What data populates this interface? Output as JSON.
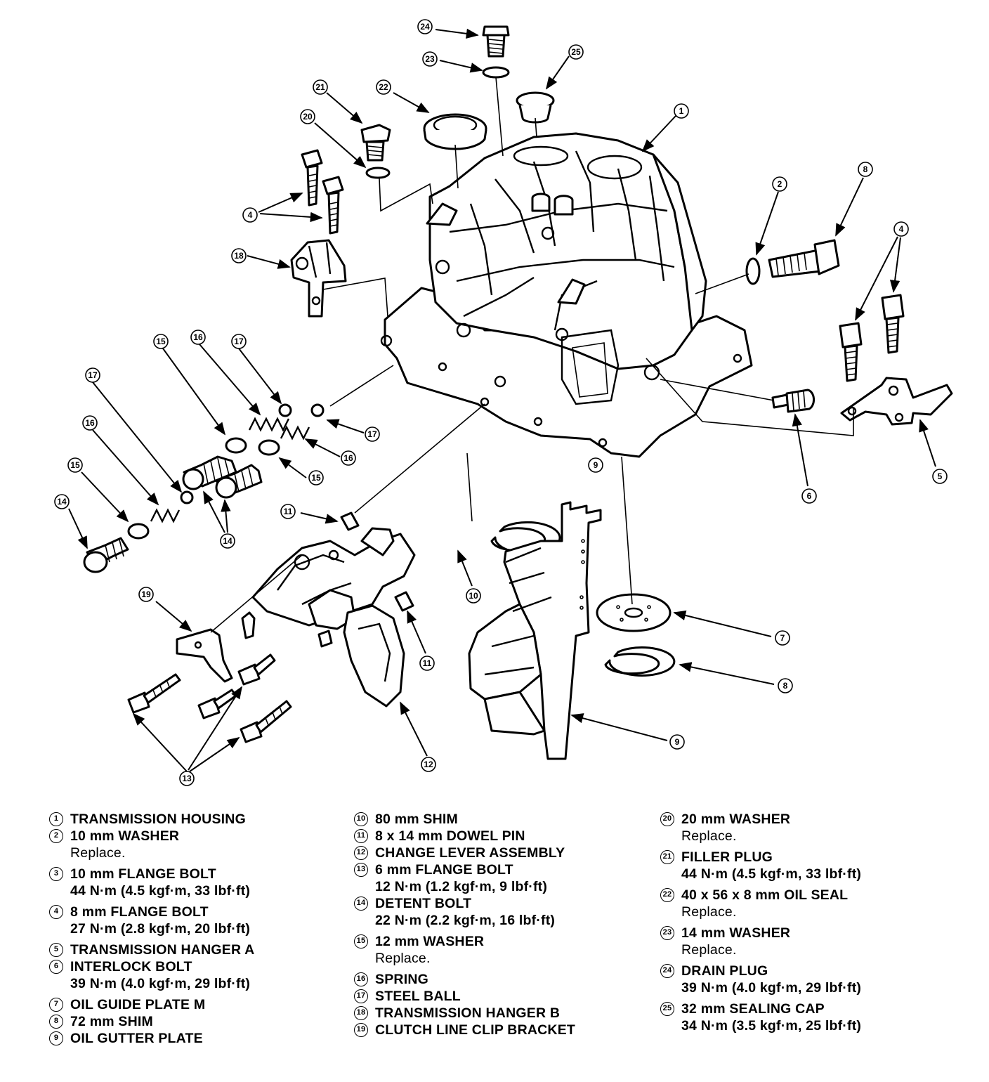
{
  "callouts": {
    "c1": "1",
    "c2": "2",
    "c4a": "4",
    "c4b": "4",
    "c5": "5",
    "c6": "6",
    "c7": "7",
    "c8": "8",
    "c8b": "8",
    "c9a": "9",
    "c9b": "9",
    "c10": "10",
    "c11a": "11",
    "c11b": "11",
    "c12": "12",
    "c13": "13",
    "c14a": "14",
    "c14b": "14",
    "c15a": "15",
    "c15b": "15",
    "c15c": "15",
    "c16a": "16",
    "c16b": "16",
    "c16c": "16",
    "c17a": "17",
    "c17b": "17",
    "c17c": "17",
    "c18": "18",
    "c19": "19",
    "c20": "20",
    "c21": "21",
    "c22": "22",
    "c23": "23",
    "c24": "24",
    "c25": "25"
  },
  "legend": [
    {
      "num": "1",
      "label": "TRANSMISSION HOUSING",
      "note": "",
      "note_style": ""
    },
    {
      "num": "2",
      "label": "10 mm WASHER",
      "note": "Replace.",
      "note_style": "plain"
    },
    {
      "num": "3",
      "label": "10 mm FLANGE BOLT",
      "note": "44 N·m (4.5 kgf·m, 33 lbf·ft)",
      "note_style": "bold"
    },
    {
      "num": "4",
      "label": "8 mm FLANGE BOLT",
      "note": "27 N·m (2.8 kgf·m, 20 lbf·ft)",
      "note_style": "bold"
    },
    {
      "num": "5",
      "label": "TRANSMISSION HANGER A",
      "note": "",
      "note_style": ""
    },
    {
      "num": "6",
      "label": "INTERLOCK BOLT",
      "note": "39 N·m (4.0 kgf·m, 29 lbf·ft)",
      "note_style": "bold"
    },
    {
      "num": "7",
      "label": "OIL GUIDE PLATE M",
      "note": "",
      "note_style": ""
    },
    {
      "num": "8",
      "label": "72 mm SHIM",
      "note": "",
      "note_style": ""
    },
    {
      "num": "9",
      "label": "OIL GUTTER PLATE",
      "note": "",
      "note_style": ""
    },
    {
      "num": "10",
      "label": "80 mm SHIM",
      "note": "",
      "note_style": ""
    },
    {
      "num": "11",
      "label": "8 x 14 mm DOWEL PIN",
      "note": "",
      "note_style": ""
    },
    {
      "num": "12",
      "label": "CHANGE LEVER ASSEMBLY",
      "note": "",
      "note_style": ""
    },
    {
      "num": "13",
      "label": "6 mm FLANGE BOLT",
      "note": "12 N·m (1.2 kgf·m, 9 lbf·ft)",
      "note_style": "bold"
    },
    {
      "num": "14",
      "label": "DETENT BOLT",
      "note": "22 N·m (2.2 kgf·m, 16 lbf·ft)",
      "note_style": "bold"
    },
    {
      "num": "15",
      "label": "12 mm WASHER",
      "note": "Replace.",
      "note_style": "plain"
    },
    {
      "num": "16",
      "label": "SPRING",
      "note": "",
      "note_style": ""
    },
    {
      "num": "17",
      "label": "STEEL BALL",
      "note": "",
      "note_style": ""
    },
    {
      "num": "18",
      "label": "TRANSMISSION HANGER B",
      "note": "",
      "note_style": ""
    },
    {
      "num": "19",
      "label": "CLUTCH LINE CLIP BRACKET",
      "note": "",
      "note_style": ""
    },
    {
      "num": "20",
      "label": "20 mm WASHER",
      "note": "Replace.",
      "note_style": "plain"
    },
    {
      "num": "21",
      "label": "FILLER PLUG",
      "note": "44 N·m (4.5 kgf·m, 33 lbf·ft)",
      "note_style": "bold"
    },
    {
      "num": "22",
      "label": "40 x 56 x 8 mm OIL SEAL",
      "note": "Replace.",
      "note_style": "plain"
    },
    {
      "num": "23",
      "label": "14 mm WASHER",
      "note": "Replace.",
      "note_style": "plain"
    },
    {
      "num": "24",
      "label": "DRAIN PLUG",
      "note": "39 N·m (4.0 kgf·m, 29 lbf·ft)",
      "note_style": "bold"
    },
    {
      "num": "25",
      "label": "32 mm SEALING CAP",
      "note": "34 N·m (3.5 kgf·m, 25 lbf·ft)",
      "note_style": "bold"
    }
  ]
}
